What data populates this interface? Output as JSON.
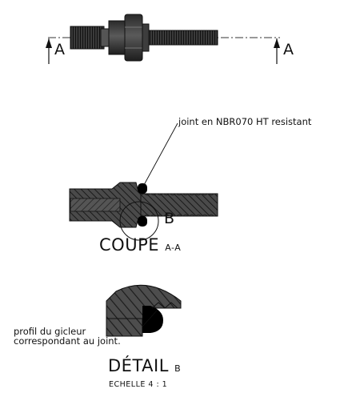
{
  "top_view": {
    "section_marker_left": "A",
    "section_marker_right": "A"
  },
  "section_view": {
    "seal_callout": "joint en NBR070 HT resistant",
    "detail_marker": "B",
    "title": "COUPE",
    "title_suffix": "A-A"
  },
  "detail_view": {
    "profile_callout_line1": "profil du gicleur",
    "profile_callout_line2": "correspondant au joint.",
    "title": "DÉTAIL",
    "title_suffix": "B",
    "scale_label": "ECHELLE 4 : 1"
  }
}
